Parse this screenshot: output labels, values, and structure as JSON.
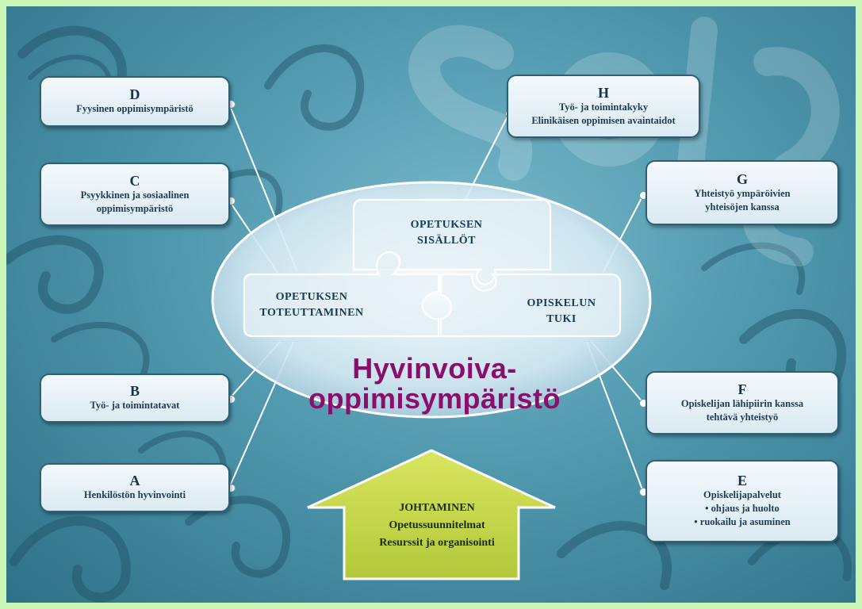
{
  "diagram": {
    "main_title_line1": "Hyvinvoiva-",
    "main_title_line2": "oppimisympäristö",
    "puzzle_pieces": {
      "top": [
        "OPETUKSEN",
        "SISÄLLÖT"
      ],
      "left": [
        "OPETUKSEN",
        "TOTEUTTAMINEN"
      ],
      "right": [
        "OPISKELUN",
        "TUKI"
      ]
    },
    "foundation_arrow": [
      "JOHTAMINEN",
      "Opetussuunnitelmat",
      "Resurssit ja organisointi"
    ],
    "cards": {
      "D": {
        "letter": "D",
        "lines": [
          "Fyysinen oppimisympäristö"
        ]
      },
      "C": {
        "letter": "C",
        "lines": [
          "Psyykkinen ja sosiaalinen",
          "oppimisympäristö"
        ]
      },
      "B": {
        "letter": "B",
        "lines": [
          "Työ- ja toimintatavat"
        ]
      },
      "A": {
        "letter": "A",
        "lines": [
          "Henkilöstön hyvinvointi"
        ]
      },
      "H": {
        "letter": "H",
        "lines": [
          "Työ- ja toimintakyky",
          "Elinikäisen oppimisen avaintaidot"
        ]
      },
      "G": {
        "letter": "G",
        "lines": [
          "Yhteistyö ympäröivien",
          "yhteisöjen kanssa"
        ]
      },
      "F": {
        "letter": "F",
        "lines": [
          "Opiskelijan lähipiirin kanssa",
          "tehtävä yhteistyö"
        ]
      },
      "E": {
        "letter": "E",
        "lines": [
          "Opiskelijapalvelut",
          "• ohjaus ja huolto",
          "• ruokailu ja asuminen"
        ]
      }
    },
    "colors": {
      "background": "#4f98ae",
      "title": "#8a0f6d",
      "arrow": "#c4d64a",
      "card_border": "#2e5f73",
      "frame": "#c9f5b6"
    }
  }
}
